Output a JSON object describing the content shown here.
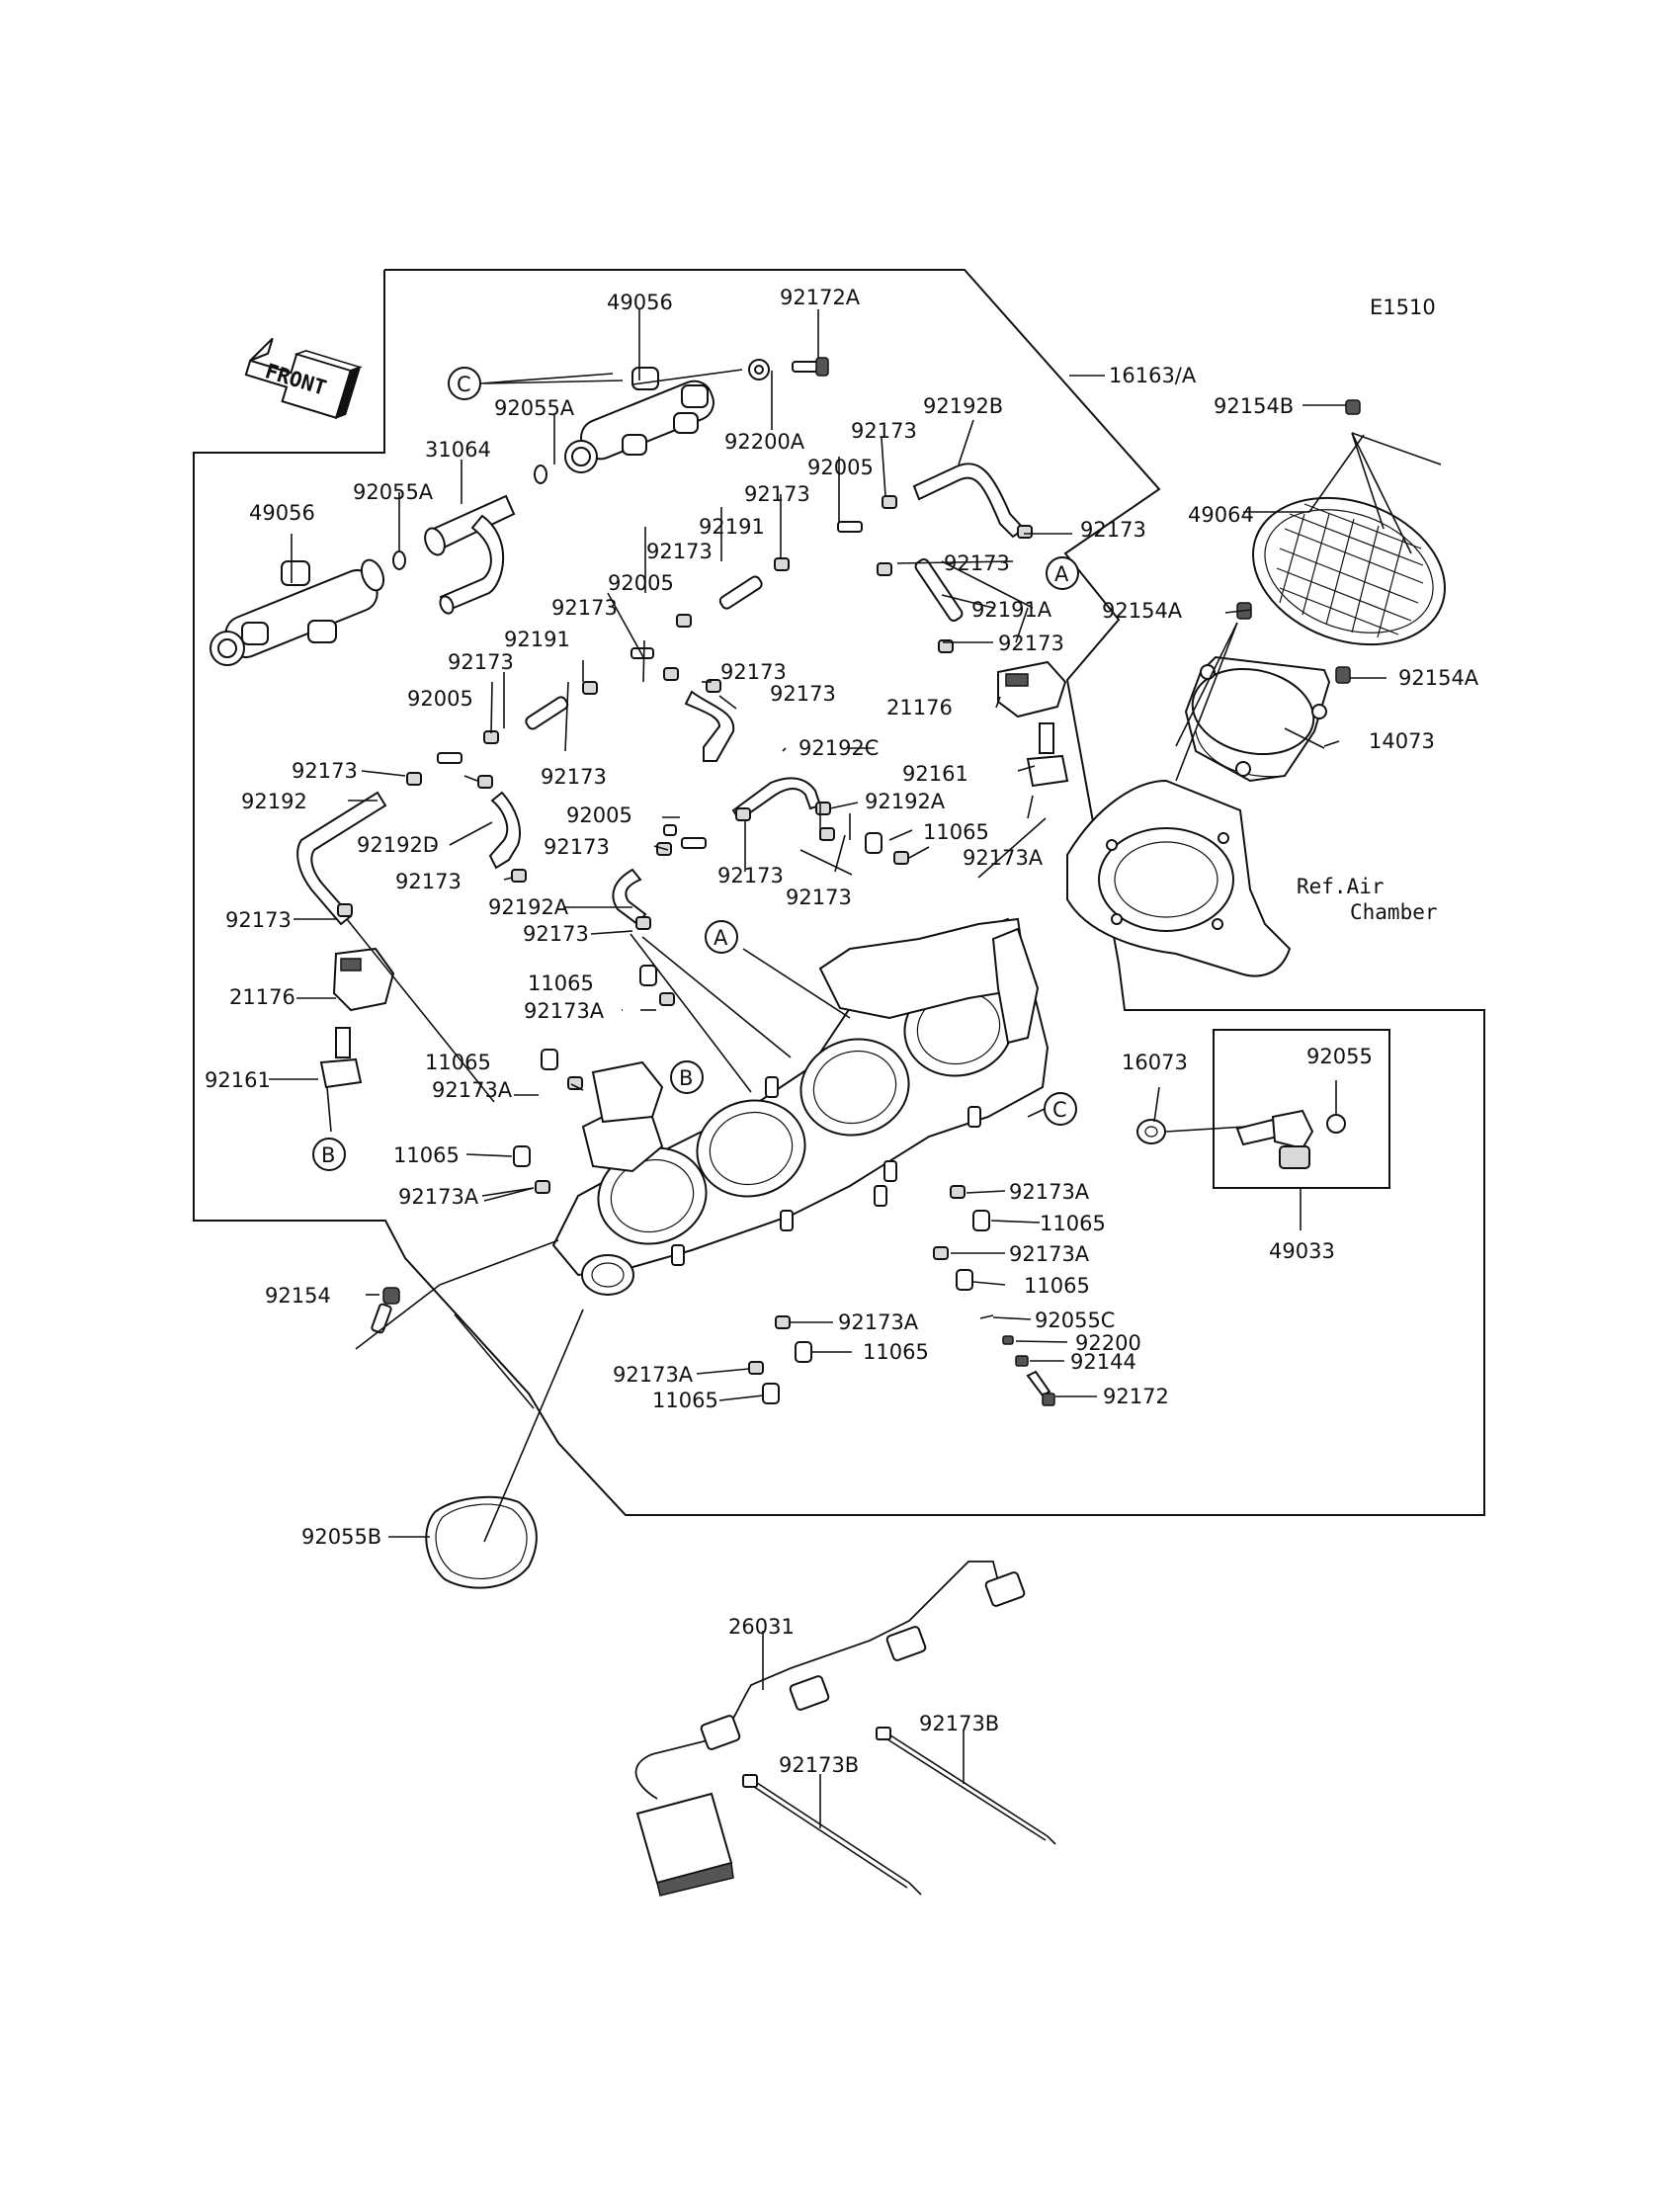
{
  "diagram_code": "E1510",
  "front_label": "FRONT",
  "callouts": {
    "A": "A",
    "B": "B",
    "C": "C"
  },
  "part_labels": {
    "p49056_top": "49056",
    "p92172A": "92172A",
    "p16163A": "16163/A",
    "p92154B": "92154B",
    "p92055A_1": "92055A",
    "p31064": "31064",
    "p92200A": "92200A",
    "p92173_a": "92173",
    "p92192B": "92192B",
    "p49056_left": "49056",
    "p92055A_2": "92055A",
    "p92005_a": "92005",
    "p92173_b": "92173",
    "p49064": "49064",
    "p92191_a": "92191",
    "p92173_c": "92173",
    "p92173_d": "92173",
    "p92005_b": "92005",
    "p92191A": "92191A",
    "p92154A_1": "92154A",
    "p92173_e": "92173",
    "p92173_f": "92173",
    "p92191_b": "92191",
    "p92173_g": "92173",
    "p92173_h": "92173",
    "p92154A_2": "92154A",
    "p92005_c": "92005",
    "p92173_i": "92173",
    "p21176_r": "21176",
    "p14073": "14073",
    "p92192C": "92192C",
    "p92173_j": "92173",
    "p92173_k": "92173",
    "p92161_r": "92161",
    "p92192": "92192",
    "p92005_d": "92005",
    "p92192A_r": "92192A",
    "p92192D": "92192D",
    "p92173_l": "92173",
    "p11065_a": "11065",
    "p92173A_a": "92173A",
    "p92173_m": "92173",
    "p92173_n": "92173",
    "p92173_o": "92173",
    "p92192A_l": "92192A",
    "p92173_p": "92173",
    "p92173_q": "92173",
    "ref_air_1": "Ref.Air",
    "ref_air_2": "Chamber",
    "p21176_l": "21176",
    "p11065_b": "11065",
    "p92173A_b": "92173A",
    "p16073": "16073",
    "p92055": "92055",
    "p92161_l": "92161",
    "p11065_c": "11065",
    "p92173A_c": "92173A",
    "p11065_d": "11065",
    "p92173A_d": "92173A",
    "p92173A_e": "92173A",
    "p11065_e": "11065",
    "p92173A_f": "92173A",
    "p11065_f": "11065",
    "p49033": "49033",
    "p92154": "92154",
    "p92055C": "92055C",
    "p92173A_g": "92173A",
    "p92200": "92200",
    "p11065_g": "11065",
    "p92144": "92144",
    "p92173A_h": "92173A",
    "p92172": "92172",
    "p11065_h": "11065",
    "p92055B": "92055B",
    "p26031": "26031",
    "p92173B_r": "92173B",
    "p92173B_l": "92173B"
  }
}
